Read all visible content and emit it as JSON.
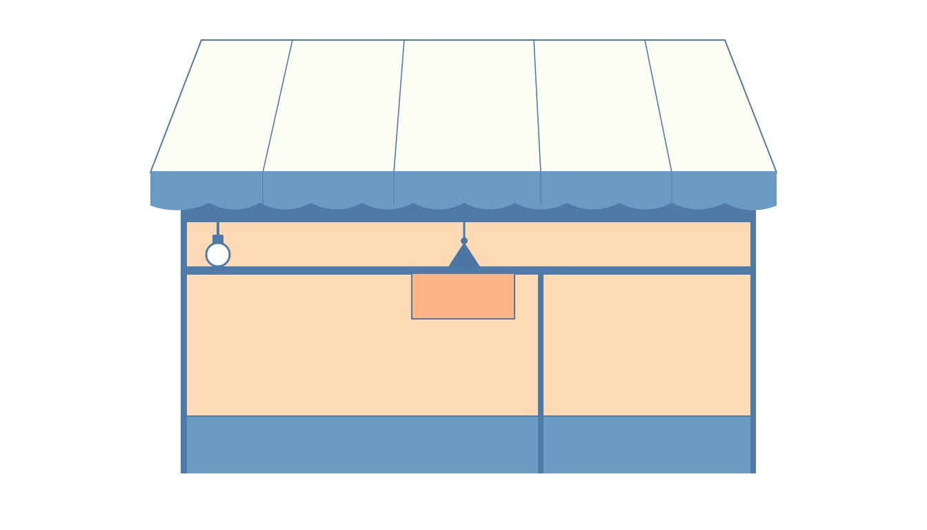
{
  "colors": {
    "background": "#ffffff",
    "roof_fill": "#fefdf3",
    "outline": "#4f7aa8",
    "awning_band": "#6a9bc3",
    "wall": "#fdd9b6",
    "sign": "#fdb384",
    "base_band": "#6a9bc3",
    "lamp_globe": "#ffffff",
    "lamp_shade": "#4a75a5"
  },
  "icons": {
    "roof": "striped-roof-shape",
    "awning": "scalloped-awning",
    "left_lamp": "globe-lamp-icon",
    "center_lamp": "cone-lamp-icon",
    "sign": "blank-sign-board"
  }
}
